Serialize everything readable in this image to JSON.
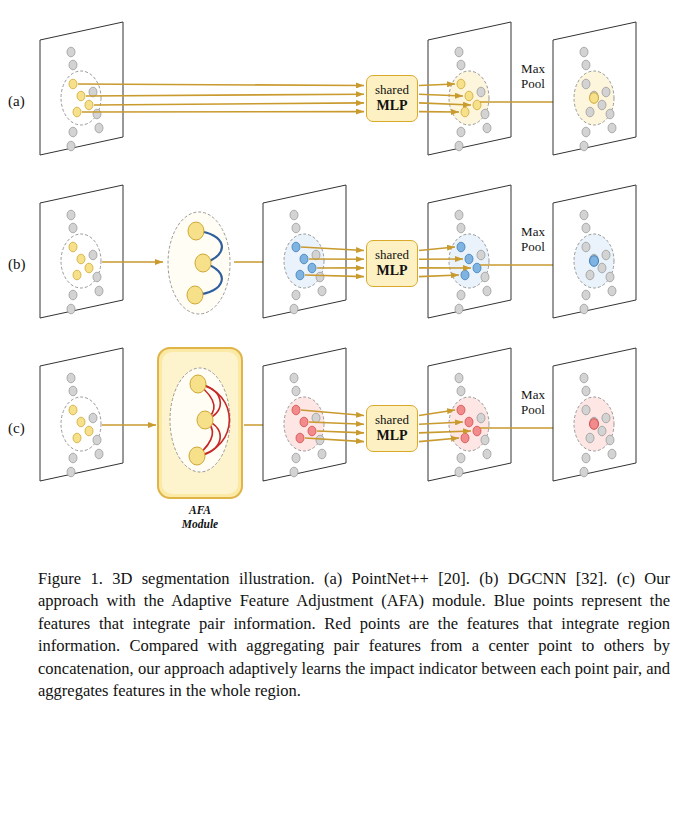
{
  "diagram": {
    "caption": "Figure 1. 3D segmentation illustration. (a) PointNet++ [20]. (b) DGCNN [32]. (c) Our approach with the Adaptive Feature Adjustment (AFA) module. Blue points represent the features that integrate pair information. Red points are the features that integrate region information. Compared with aggregating pair features from a center point to others by concatenation, our approach adaptively learns the impact indicator between each point pair, and aggregates features in the whole region.",
    "nodes": [
      {
        "text": [
          "shared",
          "MLP"
        ]
      },
      {
        "text": [
          "shared",
          "MLP"
        ]
      },
      {
        "text": [
          "AFA Module"
        ]
      },
      {
        "text": [
          "shared",
          "MLP"
        ]
      }
    ],
    "labels": [
      "(a)",
      "Max Pool",
      "(b)",
      "Max Pool",
      "(c)",
      "Max Pool"
    ]
  }
}
